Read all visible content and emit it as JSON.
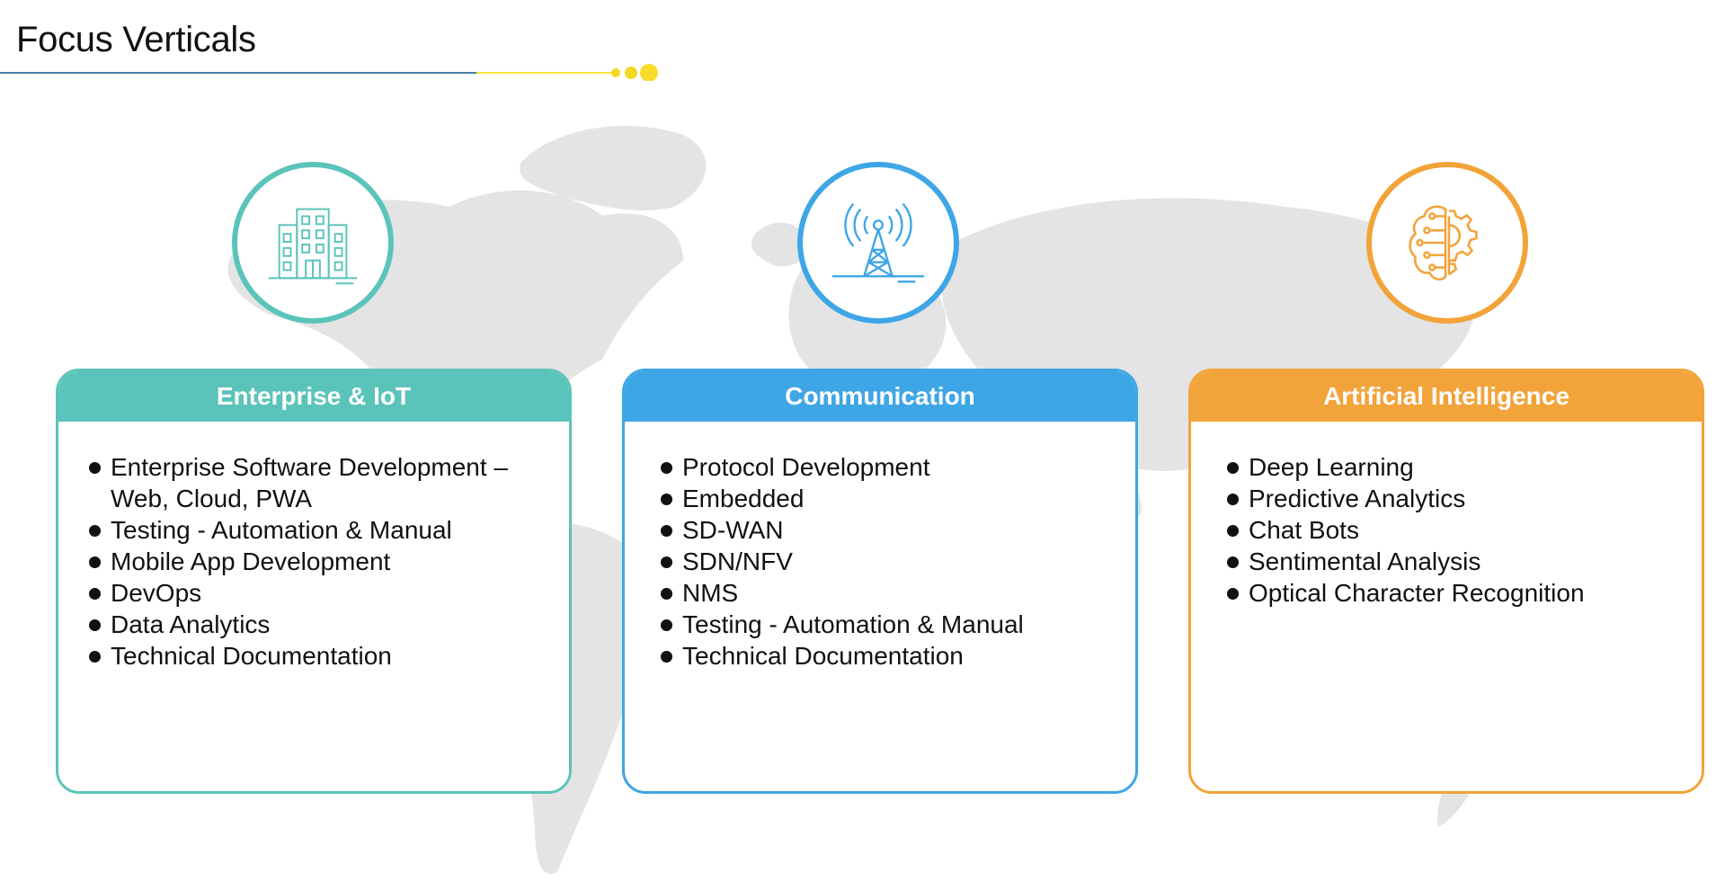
{
  "page": {
    "title": "Focus Verticals"
  },
  "colors": {
    "teal": "#5bc4ba",
    "blue": "#3ea6e6",
    "orange": "#f2a33a",
    "yellow_accent": "#f7e23a",
    "rule_blue": "#4a7fa6",
    "map_gray": "#e4e4e4"
  },
  "verticals": [
    {
      "icon": "office-building-icon",
      "title": "Enterprise & IoT",
      "items": [
        "Enterprise Software Development – Web, Cloud, PWA",
        "Testing - Automation & Manual",
        "Mobile App Development",
        "DevOps",
        "Data Analytics",
        "Technical Documentation"
      ]
    },
    {
      "icon": "radio-tower-icon",
      "title": "Communication",
      "items": [
        "Protocol Development",
        "Embedded",
        "SD-WAN",
        "SDN/NFV",
        "NMS",
        "Testing - Automation & Manual",
        "Technical Documentation"
      ]
    },
    {
      "icon": "brain-gear-icon",
      "title": "Artificial Intelligence",
      "items": [
        "Deep Learning",
        "Predictive Analytics",
        "Chat Bots",
        "Sentimental Analysis",
        "Optical Character Recognition"
      ]
    }
  ]
}
